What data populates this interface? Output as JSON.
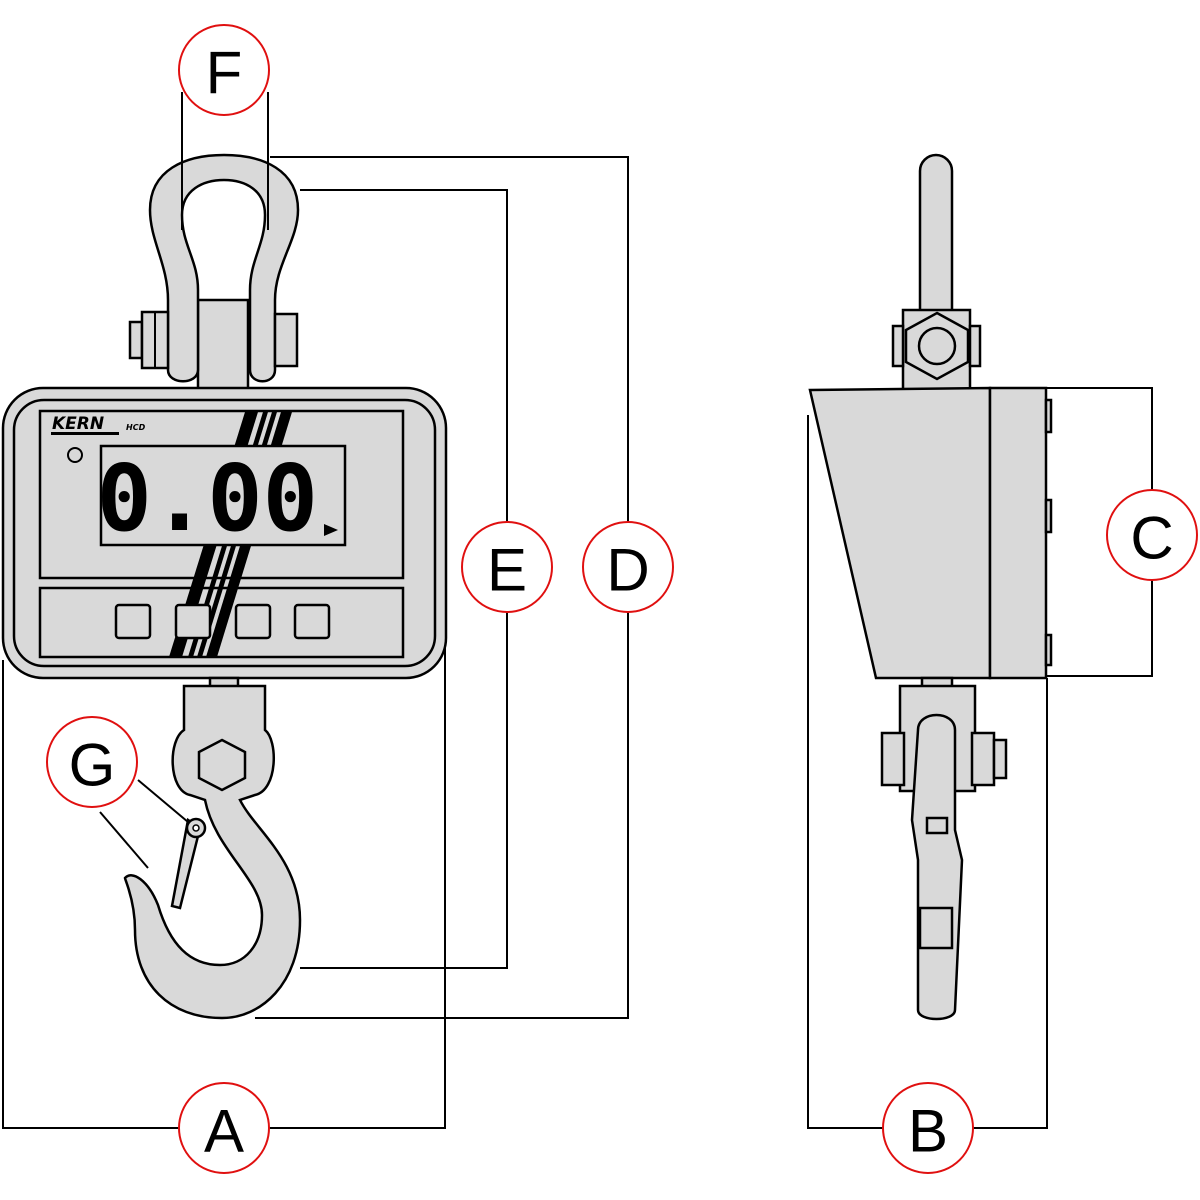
{
  "diagram": {
    "front_view": {
      "brand_logo": "KERN",
      "model_logo": "HCD",
      "display_value": "0.00",
      "buttons": 4
    },
    "callouts": {
      "A": "A",
      "B": "B",
      "C": "C",
      "D": "D",
      "E": "E",
      "F": "F",
      "G": "G"
    },
    "colors": {
      "body": "#d9d9d9",
      "outline": "#000000",
      "callout_ring": "#e01010"
    }
  }
}
